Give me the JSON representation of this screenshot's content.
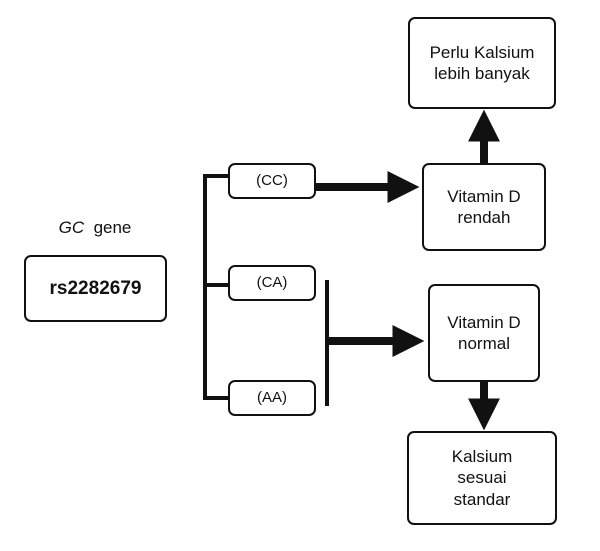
{
  "gene_label": {
    "symbol": "GC",
    "word": "gene"
  },
  "snp": "rs2282679",
  "genotypes": [
    "(CC)",
    "(CA)",
    "(AA)"
  ],
  "outcomes": {
    "high_calcium": [
      "Perlu Kalsium",
      "lebih banyak"
    ],
    "low_vitd": [
      "Vitamin D",
      "rendah"
    ],
    "normal_vitd": [
      "Vitamin D",
      "normal"
    ],
    "std_calcium": [
      "Kalsium",
      "sesuai",
      "standar"
    ]
  },
  "colors": {
    "stroke": "#111111",
    "background": "#ffffff"
  }
}
